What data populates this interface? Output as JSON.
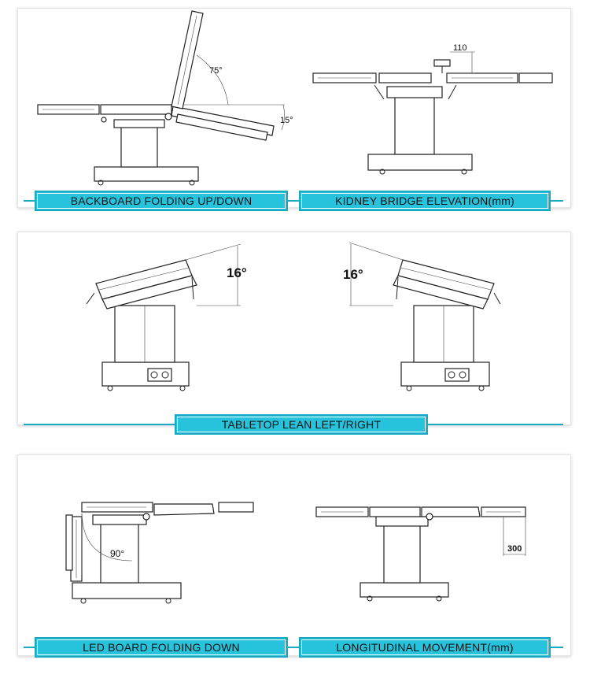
{
  "panels": {
    "backboard": {
      "caption": "BACKBOARD FOLDING UP/DOWN",
      "angle_up": "75°",
      "angle_down": "15°"
    },
    "kidney": {
      "caption": "KIDNEY BRIDGE ELEVATION(mm)",
      "dimension": "110"
    },
    "tabletop": {
      "caption": "TABLETOP LEAN LEFT/RIGHT",
      "angle_left": "16°",
      "angle_right": "16°"
    },
    "legboard": {
      "caption": "LED BOARD FOLDING DOWN",
      "angle": "90°"
    },
    "longitudinal": {
      "caption": "LONGITUDINAL MOVEMENT(mm)",
      "dimension": "300"
    }
  }
}
